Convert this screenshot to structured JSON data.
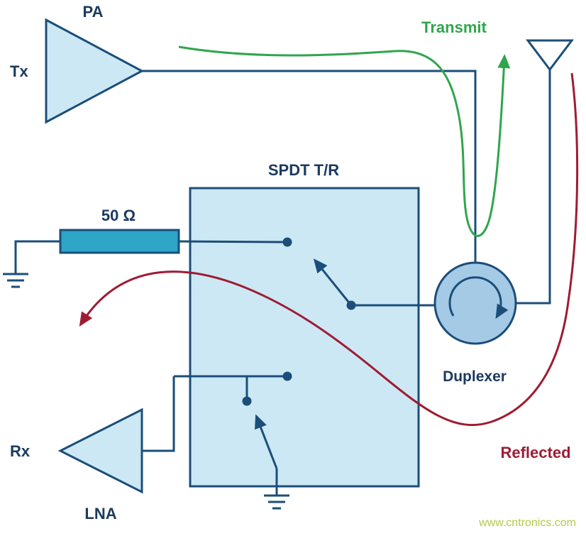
{
  "diagram": {
    "labels": {
      "tx": "Tx",
      "pa": "PA",
      "transmit": "Transmit",
      "spdt": "SPDT T/R",
      "load": "50 Ω",
      "duplexer": "Duplexer",
      "rx": "Rx",
      "lna": "LNA",
      "reflected": "Reflected"
    },
    "watermark": "www.cntronics.com",
    "colors": {
      "line": "#1b4e79",
      "text": "#1b3a5f",
      "component_fill": "#cce8f4",
      "circulator_fill": "#a5cae6",
      "resistor_fill": "#2da6c8",
      "transmit_green": "#2fa64d",
      "reflected_red": "#9e1c33",
      "watermark_green": "#b3c94b"
    }
  }
}
